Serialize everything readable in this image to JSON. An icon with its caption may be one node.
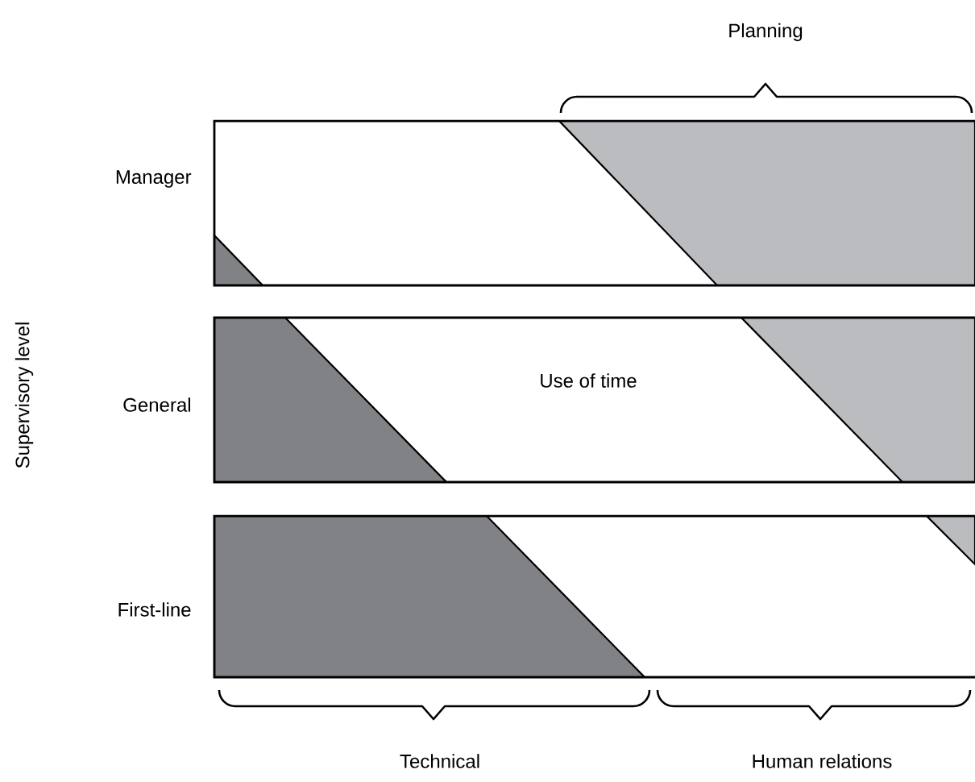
{
  "diagram": {
    "nodes": [
      {
        "text": [
          "Manager"
        ]
      },
      {
        "text": [
          "General",
          "Use of time"
        ]
      },
      {
        "text": [
          "First-line"
        ]
      }
    ],
    "labels": [
      "Planning",
      "Supervisory level",
      "Technical",
      "Human relations"
    ]
  }
}
